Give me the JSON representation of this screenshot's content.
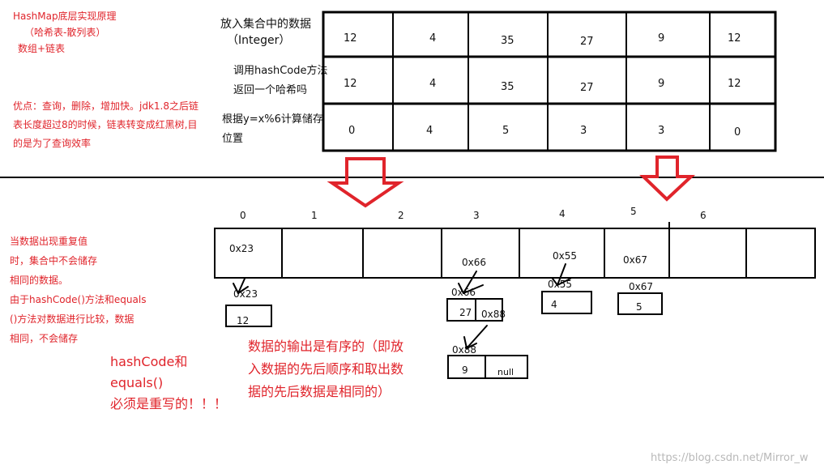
{
  "notes": {
    "title": [
      "HashMap底层实现原理",
      "（哈希表-散列表）",
      "数组+链表"
    ],
    "advantage": [
      "优点：查询，删除，增加快。jdk1.8之后链",
      "表长度超过8的时候，链表转变成红黑树,目",
      "的是为了查询效率"
    ],
    "duplicate": [
      "当数据出现重复值",
      "时，集合中不会储存",
      "相同的数据。",
      "由于hashCode()方法和equals",
      "()方法对数据进行比较，数据",
      "相同，不会储存"
    ],
    "override": [
      "hashCode和",
      "equals()",
      "必须是重写的！！！"
    ],
    "order": [
      "数据的输出是有序的（即放",
      "入数据的先后顺序和取出数",
      "据的先后数据是相同的）"
    ]
  },
  "table": {
    "row_labels": [
      [
        "放入集合中的数据",
        "（Integer）"
      ],
      [
        "调用hashCode方法",
        "返回一个哈希吗"
      ],
      [
        "根据y=x%6计算储存",
        "位置"
      ]
    ],
    "rows": [
      [
        "12",
        "4",
        "35",
        "27",
        "9",
        "12"
      ],
      [
        "12",
        "4",
        "35",
        "27",
        "9",
        "12"
      ],
      [
        "0",
        "4",
        "5",
        "3",
        "3",
        "0"
      ]
    ]
  },
  "array": {
    "indices": [
      "0",
      "1",
      "2",
      "3",
      "4",
      "5",
      "6"
    ],
    "cell_refs": [
      "0x23",
      "",
      "",
      "0x66",
      "0x55",
      "0x67",
      "",
      ""
    ]
  },
  "chains": {
    "col0": {
      "ref": "0x23",
      "value": "12"
    },
    "col3": {
      "ref": "0x66",
      "value": "27",
      "next_ref": "0x88",
      "node2_ref": "0x88",
      "node2_value": "9",
      "node2_next": "null"
    },
    "col4": {
      "ref": "0x55",
      "value": "4"
    },
    "col5": {
      "ref": "0x67",
      "value": "5"
    }
  },
  "colors": {
    "note_red": "#e0242b",
    "arrow_red": "#e0242b",
    "line": "#000000"
  },
  "watermark": "https://blog.csdn.net/Mirror_w"
}
